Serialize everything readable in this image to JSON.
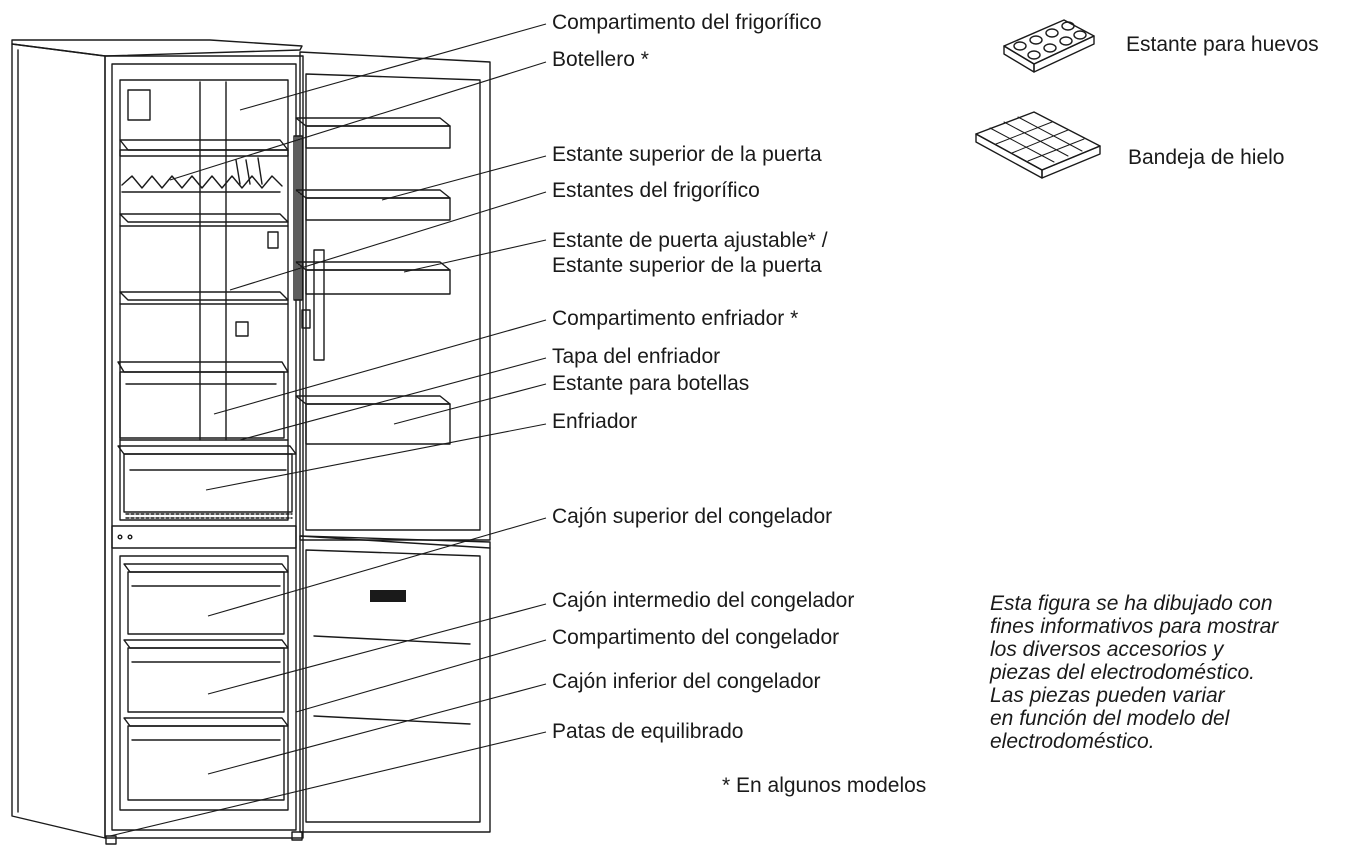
{
  "callouts": [
    {
      "id": "fridge-compartment",
      "label": "Compartimento del frigorífico"
    },
    {
      "id": "bottle-rack",
      "label": "Botellero *"
    },
    {
      "id": "upper-door-shelf",
      "label": "Estante superior de la puerta"
    },
    {
      "id": "fridge-shelves",
      "label": "Estantes del frigorífico"
    },
    {
      "id": "adjustable-door-shelf",
      "label": "Estante de puerta ajustable* /"
    },
    {
      "id": "adjustable-door-shelf-2",
      "label": "Estante superior de la puerta"
    },
    {
      "id": "chiller-compartment",
      "label": "Compartimento enfriador *"
    },
    {
      "id": "chiller-lid",
      "label": "Tapa del enfriador"
    },
    {
      "id": "bottle-shelf",
      "label": "Estante para botellas"
    },
    {
      "id": "chiller",
      "label": "Enfriador"
    },
    {
      "id": "freezer-top-drawer",
      "label": "Cajón superior del congelador"
    },
    {
      "id": "freezer-middle-drawer",
      "label": "Cajón intermedio del congelador"
    },
    {
      "id": "freezer-compartment",
      "label": "Compartimento del congelador"
    },
    {
      "id": "freezer-bottom-drawer",
      "label": "Cajón inferior del congelador"
    },
    {
      "id": "leveling-feet",
      "label": "Patas de equilibrado"
    }
  ],
  "accessories": [
    {
      "id": "egg-tray",
      "label": "Estante para huevos",
      "icon": "egg-tray-icon"
    },
    {
      "id": "ice-tray",
      "label": "Bandeja de hielo",
      "icon": "ice-tray-icon"
    }
  ],
  "note": [
    "Esta figura se ha dibujado con",
    "fines informativos para mostrar",
    "los diversos accesorios y",
    "piezas del electrodoméstico.",
    "Las piezas pueden variar",
    "en función del modelo del",
    "electrodoméstico."
  ],
  "footnote": "* En algunos modelos",
  "colors": {
    "line": "#1a1a1a",
    "background": "#ffffff"
  }
}
